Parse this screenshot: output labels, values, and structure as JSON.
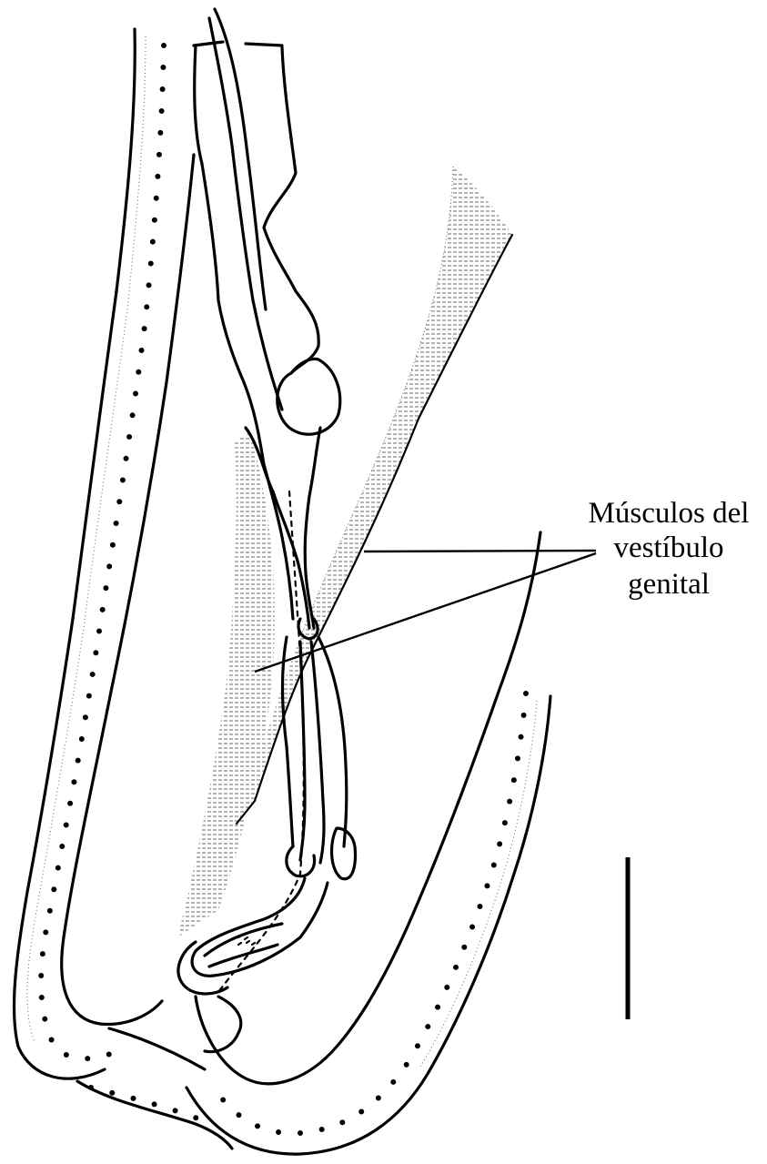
{
  "annotation": {
    "line1": "Músculos del",
    "line2": "vestíbulo",
    "line3": "genital"
  },
  "colors": {
    "ink": "#000000",
    "background": "#ffffff",
    "hatch": "#555555"
  }
}
